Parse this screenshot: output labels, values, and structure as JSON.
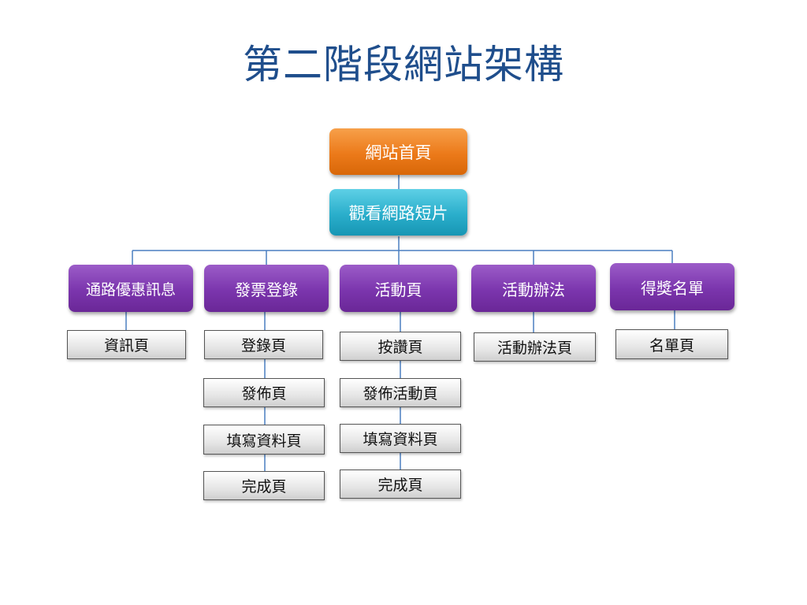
{
  "title": "第二階段網站架構",
  "root": {
    "label": "網站首頁"
  },
  "sub": {
    "label": "觀看網路短片"
  },
  "branches": [
    {
      "label": "通路優惠訊息",
      "children": [
        "資訊頁"
      ]
    },
    {
      "label": "發票登錄",
      "children": [
        "登錄頁",
        "發佈頁",
        "填寫資料頁",
        "完成頁"
      ]
    },
    {
      "label": "活動頁",
      "children": [
        "按讚頁",
        "發佈活動頁",
        "填寫資料頁",
        "完成頁"
      ]
    },
    {
      "label": "活動辦法",
      "children": [
        "活動辦法頁"
      ]
    },
    {
      "label": "得獎名單",
      "children": [
        "名單頁"
      ]
    }
  ],
  "colors": {
    "title": "#1f4e8c",
    "connector": "#4a7fc1",
    "root": "#ec7a1a",
    "sub": "#2aaecb",
    "branch": "#7b35ad"
  }
}
